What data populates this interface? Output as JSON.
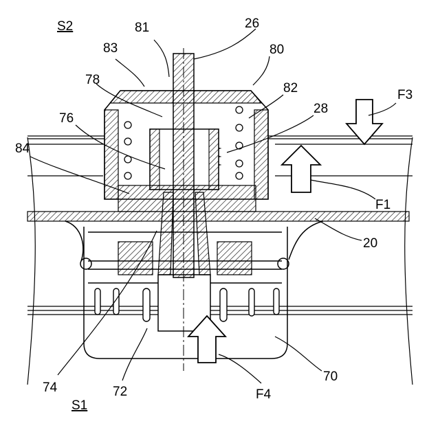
{
  "figure": {
    "region_labels": {
      "upper": "S2",
      "lower": "S1"
    },
    "reference_numerals": {
      "n81": "81",
      "n26": "26",
      "n83": "83",
      "n80": "80",
      "n78": "78",
      "n82": "82",
      "n28": "28",
      "n76": "76",
      "n84": "84",
      "n20": "20",
      "n70": "70",
      "n74": "74",
      "n72": "72"
    },
    "flow_labels": {
      "f1": "F1",
      "f3": "F3",
      "f4": "F4"
    },
    "colors": {
      "line": "#000000",
      "background": "#ffffff"
    }
  }
}
